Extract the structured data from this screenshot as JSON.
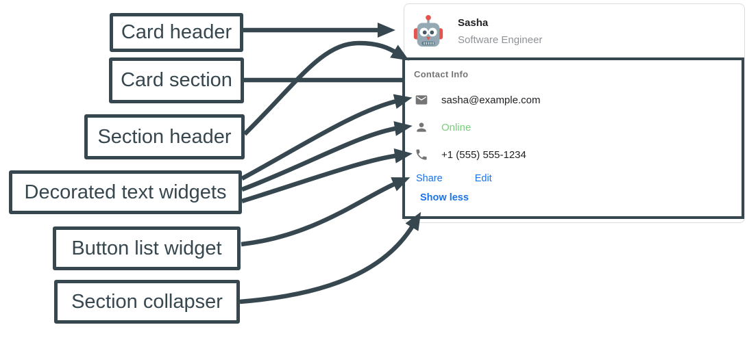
{
  "diagram": {
    "annotation_color": "#37474F",
    "labels": [
      {
        "id": "card-header",
        "text": "Card header"
      },
      {
        "id": "card-section",
        "text": "Card section"
      },
      {
        "id": "section-header",
        "text": "Section header"
      },
      {
        "id": "decorated-text-widgets",
        "text": "Decorated text widgets"
      },
      {
        "id": "button-list-widget",
        "text": "Button list widget"
      },
      {
        "id": "section-collapser",
        "text": "Section collapser"
      }
    ]
  },
  "card": {
    "header": {
      "avatar_icon": "robot-avatar",
      "name": "Sasha",
      "subtitle": "Software Engineer"
    },
    "section": {
      "title": "Contact Info",
      "rows": [
        {
          "icon": "email-icon",
          "text": "sasha@example.com",
          "color": "#202124"
        },
        {
          "icon": "person-icon",
          "text": "Online",
          "color": "#74D276"
        },
        {
          "icon": "phone-icon",
          "text": "+1 (555) 555-1234",
          "color": "#202124"
        }
      ],
      "buttons": [
        {
          "label": "Share"
        },
        {
          "label": "Edit"
        }
      ],
      "collapser": {
        "label": "Show less"
      },
      "link_color": "#1A73E8"
    }
  }
}
